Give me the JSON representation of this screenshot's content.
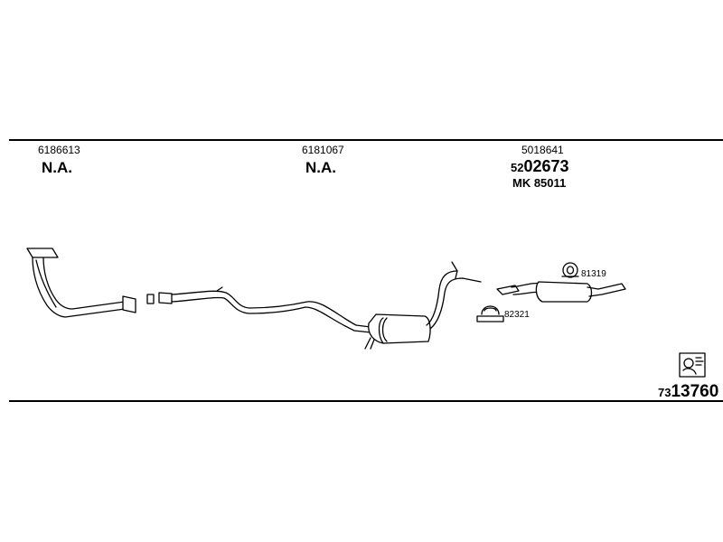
{
  "columns": [
    {
      "part_number": "6186613",
      "status": "N.A."
    },
    {
      "part_number": "6181067",
      "status": "N.A."
    },
    {
      "part_number": "5018641",
      "ref_prefix": "52",
      "ref_main": "02673",
      "kit_label": "MK 85011"
    }
  ],
  "component_labels": {
    "rear_hanger": "81319",
    "clamp": "82321"
  },
  "diagram_number": {
    "prefix": "73",
    "main": "13760"
  },
  "colors": {
    "line": "#000000",
    "background": "#ffffff"
  }
}
